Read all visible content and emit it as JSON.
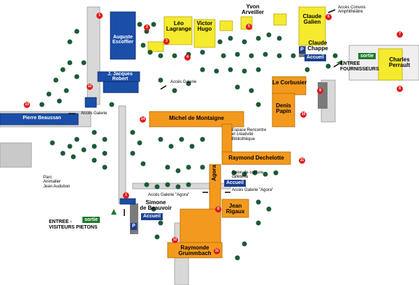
{
  "map": {
    "buildings": {
      "auguste_escoffier": "Auguste\nEscoffier",
      "leo_lagrange": "Léo\nLagrange",
      "victor_hugo": "Victor\nHugo",
      "yvon_arveiller": "Yvon\nArveiller",
      "claude_galien": "Claude\nGalien",
      "claude_chappe": "Claude\nChappe",
      "charles_perrault": "Charles\nPerrault",
      "jacques_robert": "J. Jacques\nRobert",
      "pierre_beaussan": "Pierre Beaussan",
      "le_corbusier": "Le Corbusier",
      "denis_papin": "Denis\nPapin",
      "michel_de_montaigne": "Michel de Montaigne",
      "raymond_dechelotte": "Raymond Dechelotte",
      "jean_rigaux": "Jean\nRigaux",
      "raymonde_grummbach": "Raymonde\nGrummbach",
      "simone_de_beauvoir": "Simone\nde Beauvoir",
      "agora": "Agora"
    },
    "labels": {
      "acces_convois": "Accès Convois\nAmphithéâtre",
      "acces_galerie_1": "Accès Galerie",
      "acces_galerie_2": "Accès Galerie",
      "espace_rencontre": "Espace Rencontre\net créativité\nBibliothèque",
      "salon_coiffure": "Salon de coiffure\ncafétéria",
      "acces_agora_1": "Accès Galerie \"Agora\"",
      "acces_agora_2": "Accès Galerie \"Agora\"",
      "parc_animalier": "Parc\nAnimalier\nJean Audubon",
      "entree_fournisseurs": "ENTREE\nFOURNISSEURS",
      "entree_visiteurs": "ENTREE -\nVISITEURS PIETONS",
      "sortie_1": "sortie",
      "sortie_2": "sortie",
      "accueil_1": "Accueil",
      "accueil_2": "Accueil",
      "accueil_3": "Accueil",
      "parking_1": "P",
      "parking_2": "P"
    },
    "numbers": [
      "1",
      "2",
      "3",
      "4",
      "5",
      "6",
      "7",
      "8",
      "9",
      "10",
      "11",
      "12",
      "13",
      "14"
    ],
    "colors": {
      "yellow_building": "#f5ea2e",
      "orange_building": "#f39a1e",
      "blue_building": "#1a4ea8",
      "badge_blue": "#1a3f8f",
      "marker_red": "#e01b1b",
      "tree": "#1d5a35",
      "road": "#c8c8c8"
    }
  }
}
